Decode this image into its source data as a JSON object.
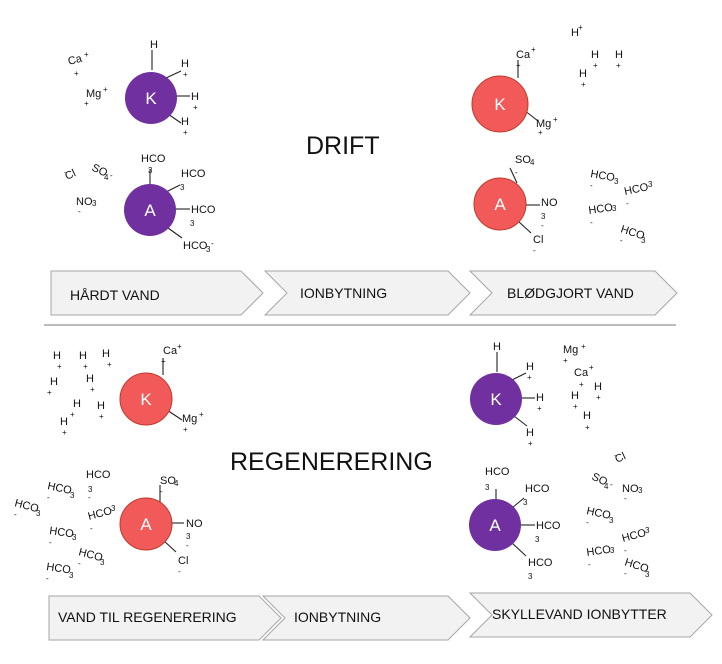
{
  "colors": {
    "purple": "#7030a0",
    "red": "#f25959",
    "divider": "#a6a6a6",
    "arrow_fill": "#f2f2f2"
  },
  "drift": {
    "title": "DRIFT",
    "k_label": "K",
    "a_label": "A",
    "steps": [
      "HÅRDT VAND",
      "IONBYTNING",
      "BLØDGJORT VAND"
    ]
  },
  "regen": {
    "title": "REGENERERING",
    "k_label": "K",
    "a_label": "A",
    "steps": [
      "VAND TIL REGENERERING",
      "IONBYTNING",
      "SKYLLEVAND IONBYTTER"
    ]
  },
  "ions": {
    "h": "H",
    "ca": "Ca",
    "mg": "Mg",
    "cl": "Cl",
    "so": "SO",
    "no": "NO",
    "hco": "HCO",
    "plus": "+",
    "minus": "-",
    "sub3": "3",
    "sub4": "4"
  }
}
